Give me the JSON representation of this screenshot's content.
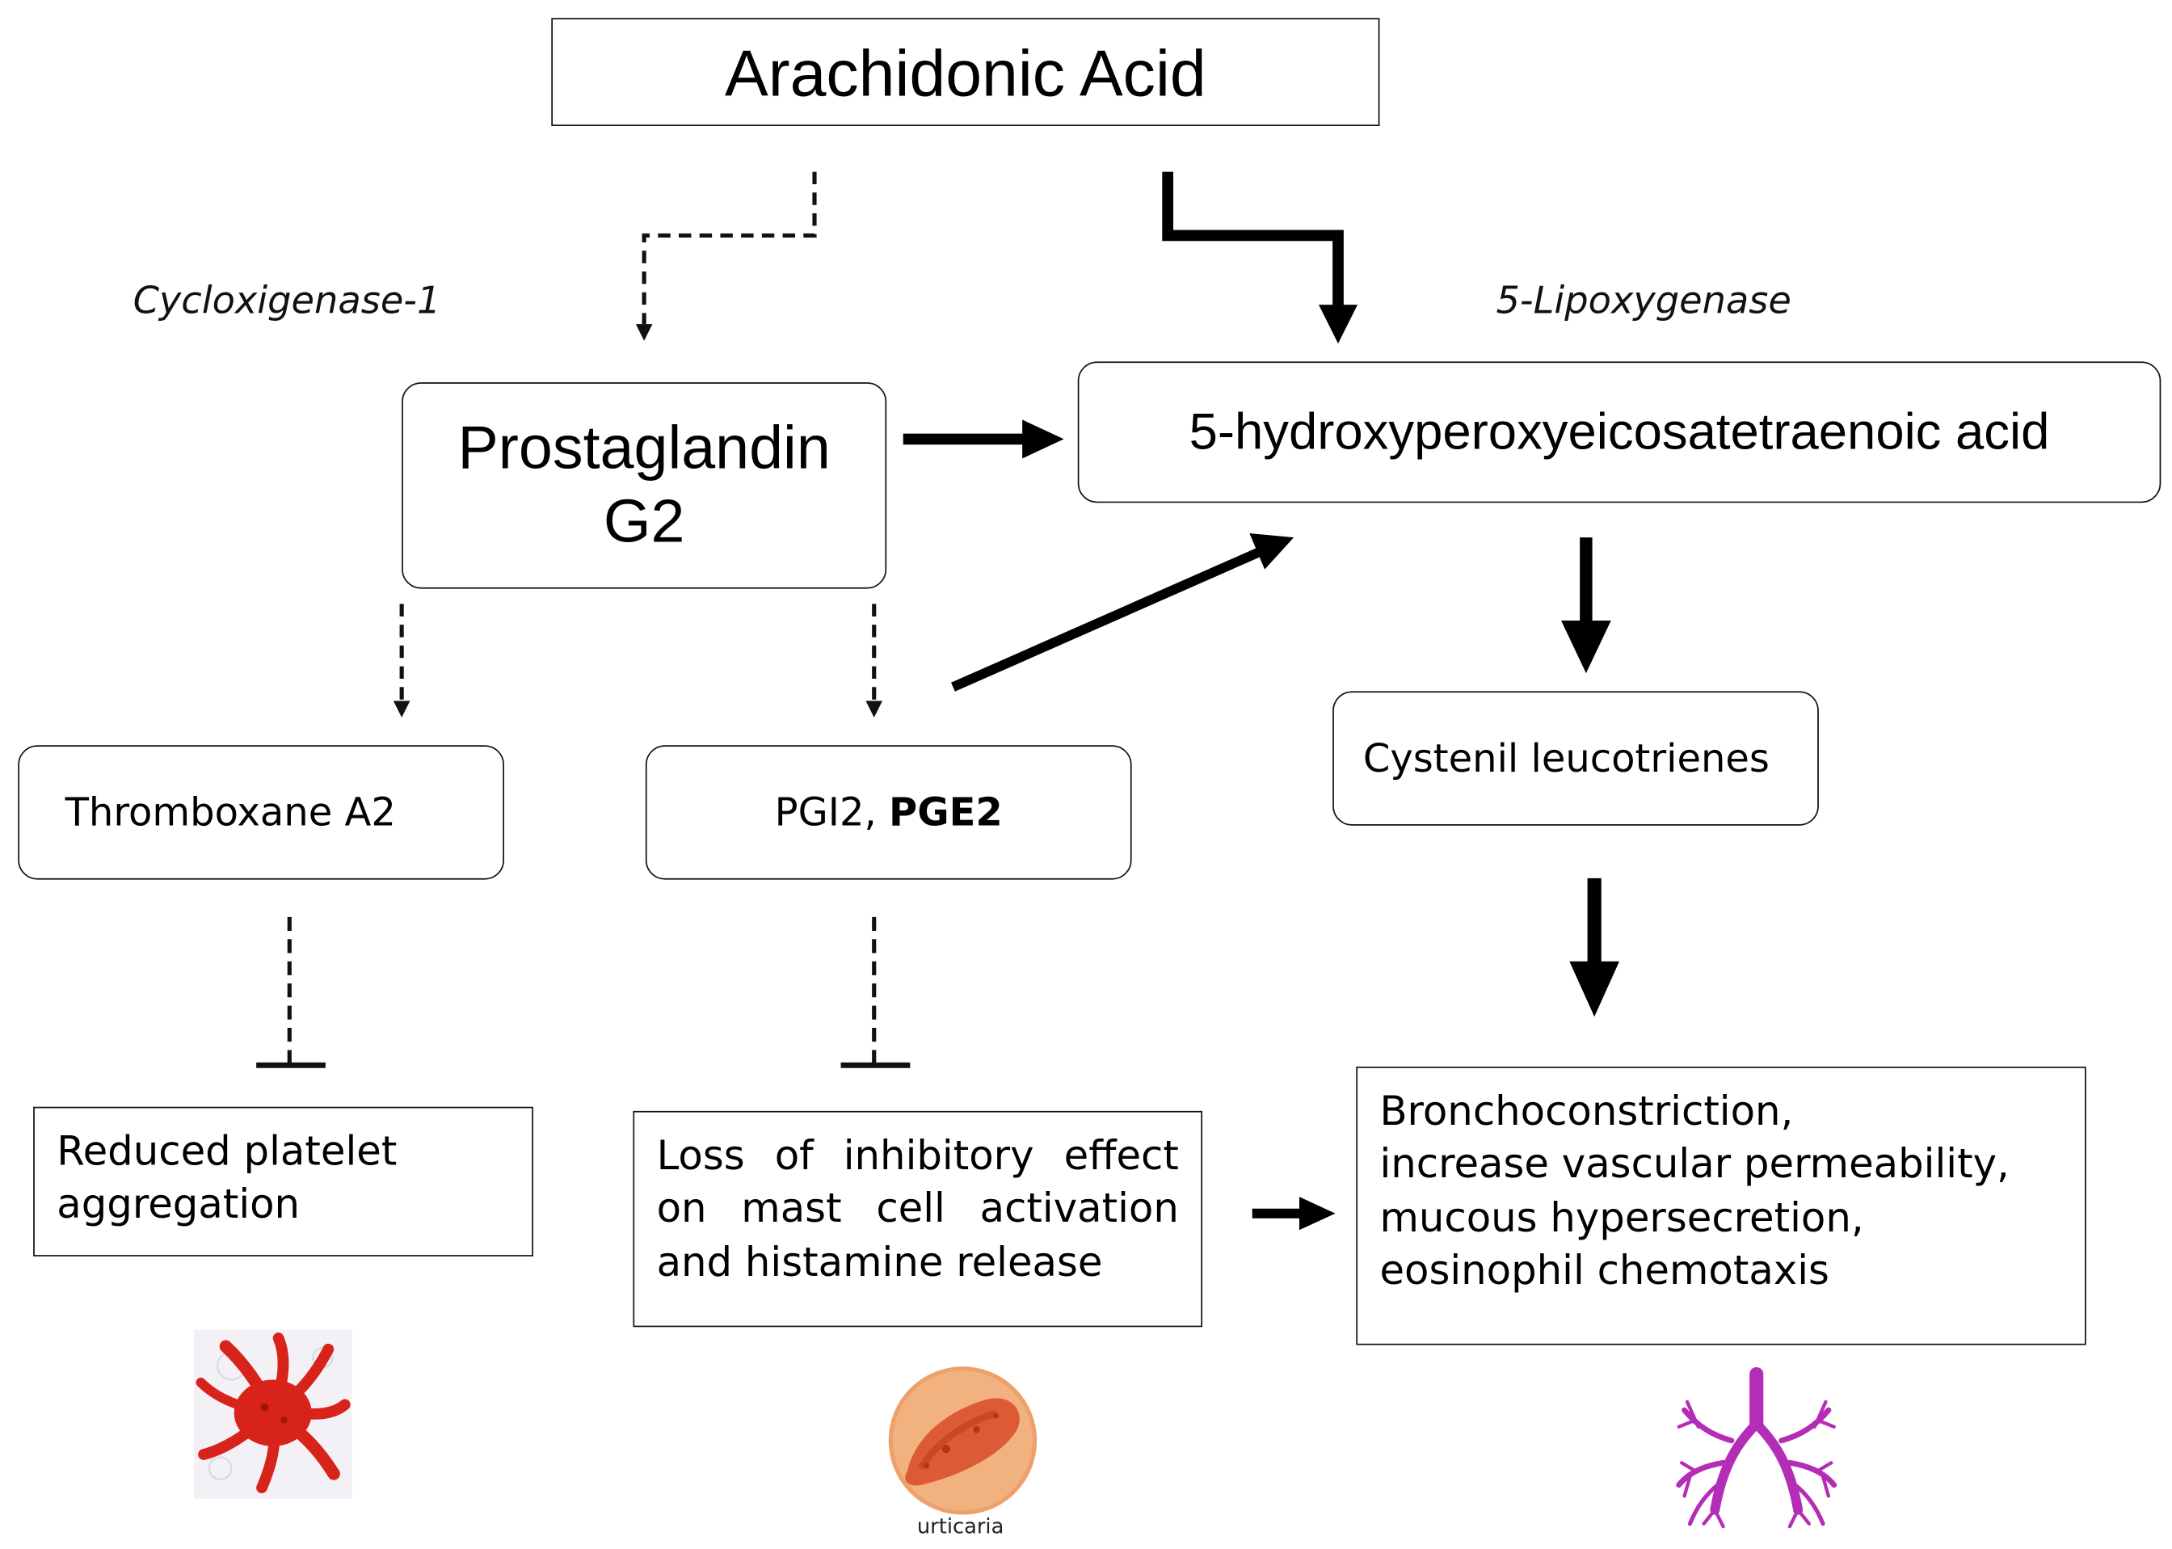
{
  "nodes": {
    "arachidonic_acid": "Arachidonic Acid",
    "prostaglandin_line1": "Prostaglandin",
    "prostaglandin_line2": "G2",
    "hpete": "5-hydroxyperoxyeicosatetraenoic acid",
    "thromboxane": "Thromboxane A2",
    "pgi2_prefix": "PGI2, ",
    "pge2": "PGE2",
    "cysteinyl": "Cystenil leucotrienes"
  },
  "enzymes": {
    "cox1": "Cycloxigenase-1",
    "lox5": "5-Lipoxygenase"
  },
  "effects": {
    "platelet": [
      "Reduced platelet",
      "aggregation"
    ],
    "mast_cell": [
      "Loss of inhibitory effect",
      "on mast cell activation",
      "and histamine release"
    ],
    "airway": [
      "Bronchoconstriction,",
      "increase vascular permeability,",
      "mucous hypersecretion,",
      "eosinophil chemotaxis"
    ]
  },
  "illustrations": {
    "platelet": "platelet-illustration",
    "urticaria": "urticaria-illustration",
    "urticaria_caption": "urticaria",
    "lungs": "bronchial-tree-illustration"
  },
  "colors": {
    "platelet": "#d8231b",
    "urticaria": "#e98b4d",
    "bronchi": "#b42db6"
  }
}
